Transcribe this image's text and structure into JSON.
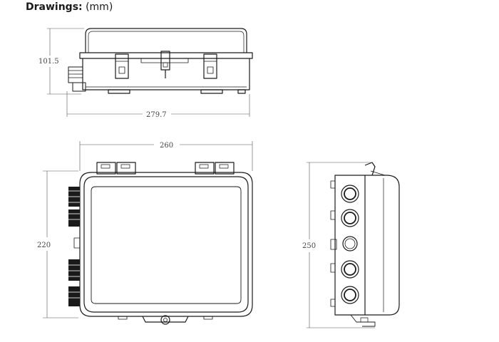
{
  "heading": {
    "label": "Drawings:",
    "unit": "(mm)"
  },
  "views": {
    "top": {
      "width_dim": "279.7",
      "height_dim": "101.5"
    },
    "front": {
      "width_dim": "260",
      "height_dim": "220"
    },
    "side": {
      "height_dim": "250"
    }
  }
}
